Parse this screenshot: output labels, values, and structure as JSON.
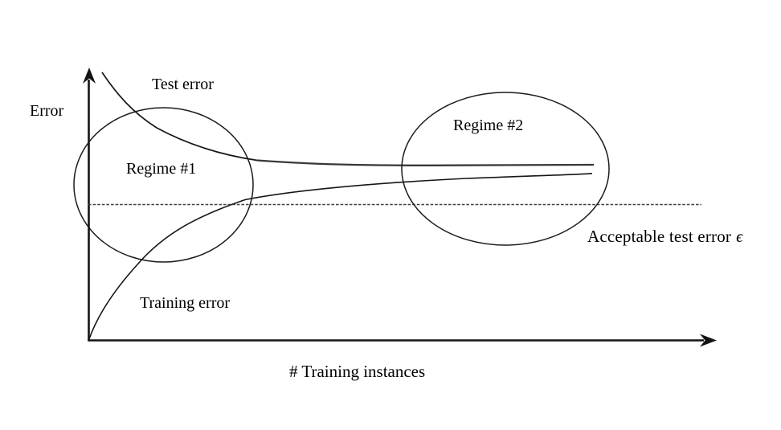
{
  "labels": {
    "y_axis": "Error",
    "x_axis": "# Training instances",
    "test_curve": "Test error",
    "training_curve": "Training error",
    "regime_1": "Regime #1",
    "regime_2": "Regime #2",
    "acceptable_line": "Acceptable test error",
    "epsilon": "ϵ"
  },
  "colors": {
    "background": "#ffffff",
    "axis": "#141414",
    "curve": "#161616",
    "flat_test_segment": "#383838",
    "dashed_line": "#3f3f3f",
    "ellipse": "#1a1a1a",
    "text": "#000000"
  },
  "diagram": {
    "type": "learning-curve-sketch",
    "curves": [
      {
        "name": "test-error-curve",
        "label": "Test error",
        "shape": "starts high near y-axis, decreases convexly, flattens to an asymptote just above the training error"
      },
      {
        "name": "training-error-curve",
        "label": "Training error",
        "shape": "starts at zero at the origin, increases concavely, flattens just below the test error"
      }
    ],
    "reference_line": {
      "name": "acceptable-test-error-line",
      "style": "dashed horizontal",
      "label": "Acceptable test error ϵ",
      "position": "below both curve asymptotes"
    },
    "regions": [
      {
        "name": "regime-1-ellipse",
        "label": "Regime #1",
        "location": "left, around early steep parts of both curves"
      },
      {
        "name": "regime-2-ellipse",
        "label": "Regime #2",
        "location": "right, around converged flat parts of both curves"
      }
    ]
  }
}
